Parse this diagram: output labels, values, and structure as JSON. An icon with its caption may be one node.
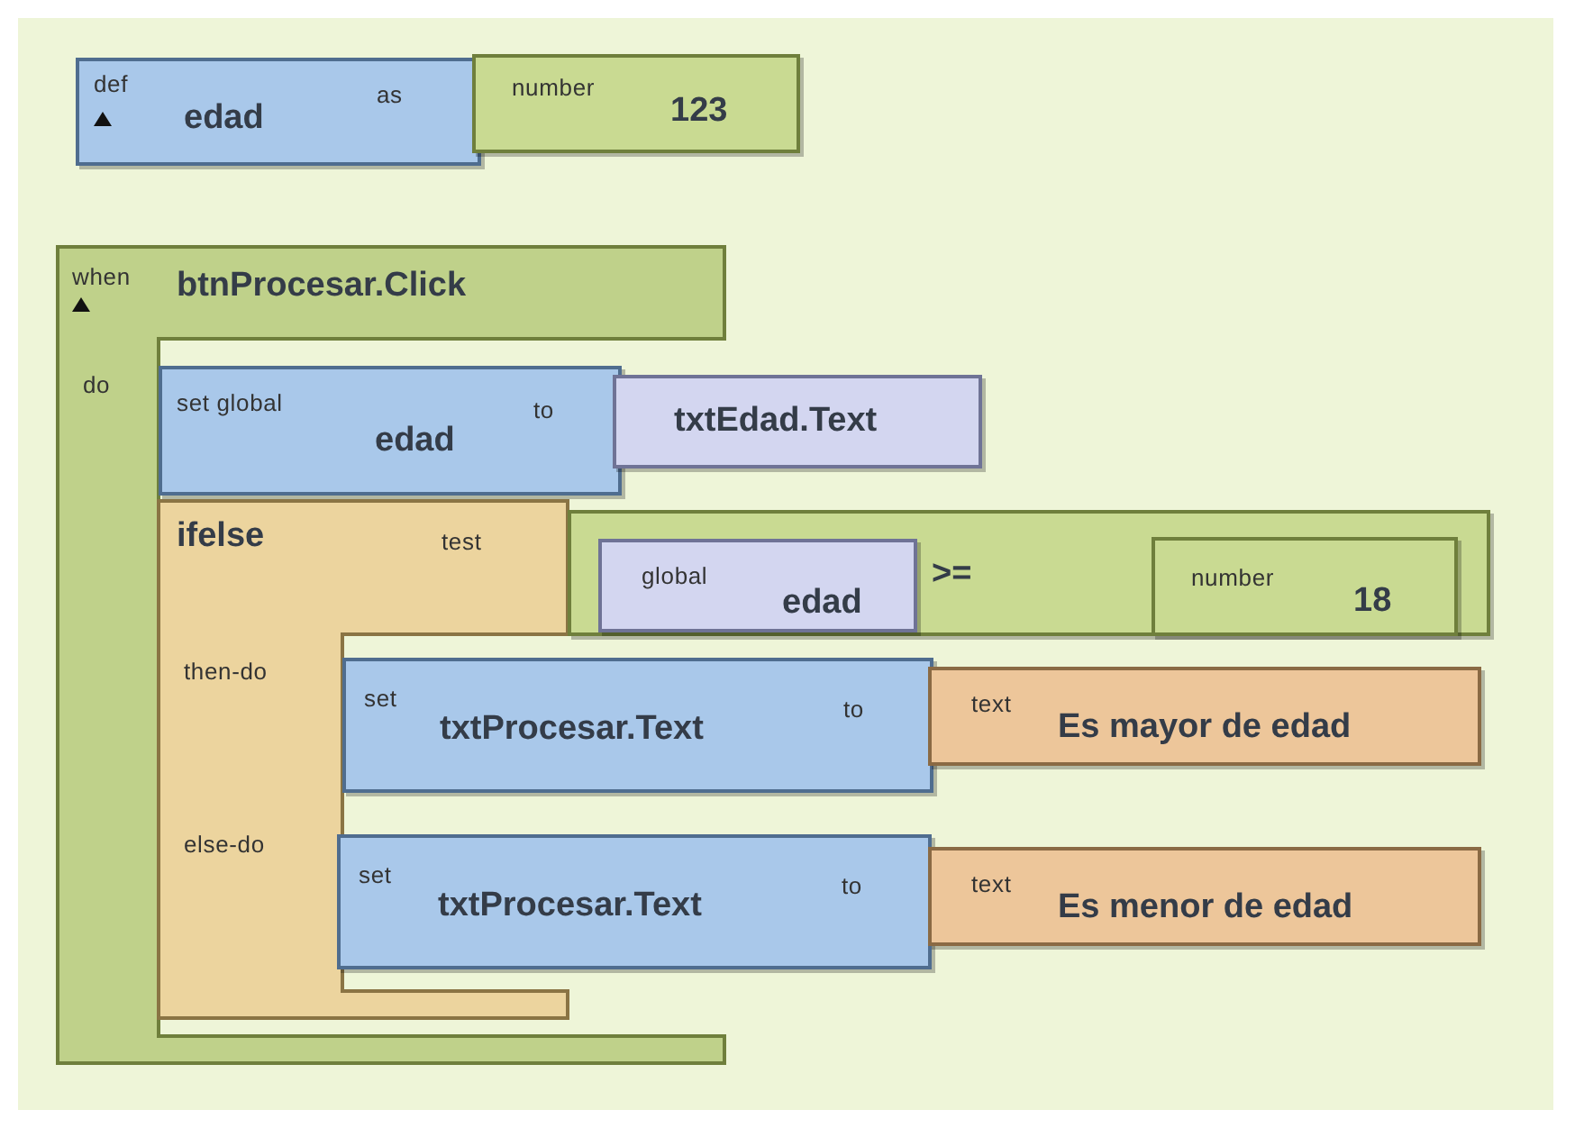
{
  "diagram": {
    "nodes": [
      {
        "text": [
          "def",
          "edad",
          "as"
        ]
      },
      {
        "text": [
          "number",
          "123"
        ]
      },
      {
        "text": [
          "when",
          "btnProcesar.Click",
          "do"
        ]
      },
      {
        "text": [
          "set global",
          "edad",
          "to"
        ],
        "in": 2
      },
      {
        "text": [
          "txtEdad.Text"
        ]
      },
      {
        "text": [
          "ifelse",
          "test",
          "then-do",
          "else-do"
        ],
        "in": 2
      },
      {
        "text": [
          ">="
        ]
      },
      {
        "text": [
          "global",
          "edad"
        ],
        "in": 6
      },
      {
        "text": [
          "number",
          "18"
        ],
        "in": 6
      },
      {
        "text": [
          "set",
          "txtProcesar.Text",
          "to"
        ]
      },
      {
        "text": [
          "text",
          "Es mayor de edad"
        ]
      },
      {
        "text": [
          "set",
          "txtProcesar.Text",
          "to"
        ]
      },
      {
        "text": [
          "text",
          "Es menor de edad"
        ]
      }
    ]
  }
}
